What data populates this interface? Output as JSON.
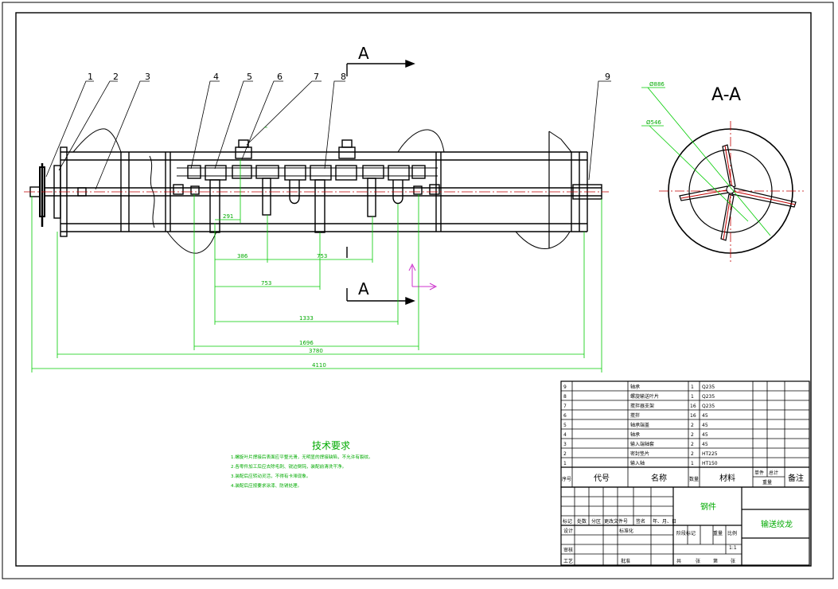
{
  "section": {
    "marker": "A",
    "title": "A-A"
  },
  "part_numbers": [
    "1",
    "2",
    "3",
    "4",
    "5",
    "6",
    "7",
    "8",
    "9"
  ],
  "dimensions": {
    "d1": "291",
    "d2": "386",
    "d3": "753",
    "d4": "753",
    "d5": "1333",
    "d6": "1696",
    "d7": "3780",
    "d8": "4110",
    "dia_large": "Ø886",
    "dia_small": "Ø546"
  },
  "tech_req": {
    "title": "技术要求",
    "lines": [
      "1.螺旋叶片焊接后表面应平整光滑，无明显的焊接缺陷，不允许有裂纹。",
      "2.各零件加工后应去除毛刺、锐边倒钝，装配前清洗干净。",
      "3.装配后应转动灵活，不得有卡滞现象。",
      "4.装配后应按要求涂漆、防锈处理。"
    ]
  },
  "parts_list": {
    "rows": [
      {
        "no": "9",
        "code": "",
        "name": "轴承",
        "qty": "1",
        "material": "Q235",
        "weight_single": "",
        "weight_total": "",
        "remark": ""
      },
      {
        "no": "8",
        "code": "",
        "name": "螺旋输送叶片",
        "qty": "1",
        "material": "Q235",
        "weight_single": "",
        "weight_total": "",
        "remark": ""
      },
      {
        "no": "7",
        "code": "",
        "name": "搅拌器支架",
        "qty": "16",
        "material": "Q235",
        "weight_single": "",
        "weight_total": "",
        "remark": ""
      },
      {
        "no": "6",
        "code": "",
        "name": "搅拌",
        "qty": "16",
        "material": "45",
        "weight_single": "",
        "weight_total": "",
        "remark": ""
      },
      {
        "no": "5",
        "code": "",
        "name": "轴承端盖",
        "qty": "2",
        "material": "45",
        "weight_single": "",
        "weight_total": "",
        "remark": ""
      },
      {
        "no": "4",
        "code": "",
        "name": "轴承",
        "qty": "2",
        "material": "45",
        "weight_single": "",
        "weight_total": "",
        "remark": ""
      },
      {
        "no": "3",
        "code": "",
        "name": "输入端轴套",
        "qty": "2",
        "material": "45",
        "weight_single": "",
        "weight_total": "",
        "remark": ""
      },
      {
        "no": "2",
        "code": "",
        "name": "密封垫片",
        "qty": "2",
        "material": "HT225",
        "weight_single": "",
        "weight_total": "",
        "remark": ""
      },
      {
        "no": "1",
        "code": "",
        "name": "输入轴",
        "qty": "1",
        "material": "HT150",
        "weight_single": "",
        "weight_total": "",
        "remark": ""
      }
    ],
    "header": {
      "no": "序号",
      "code": "代号",
      "name": "名称",
      "qty": "数量",
      "material": "材料",
      "weight_single": "单件",
      "weight_total": "总计",
      "weight": "重量",
      "remark": "备注"
    }
  },
  "title_block": {
    "material_cell": "钢件",
    "drawing_name": "输送绞龙",
    "labels": {
      "mark": "标记",
      "count": "处数",
      "zone": "分区",
      "change_doc": "更改文件号",
      "sign": "签名",
      "date": "年、月、日",
      "design": "设计",
      "standard": "标准化",
      "review": "审核",
      "process": "工艺",
      "approve": "批准",
      "stage_mark": "阶段标记",
      "weight": "重量",
      "scale": "比例",
      "sheets_total": "共",
      "sheet_word": "张",
      "sheet_no": "第"
    },
    "scale_value": "1:1"
  }
}
